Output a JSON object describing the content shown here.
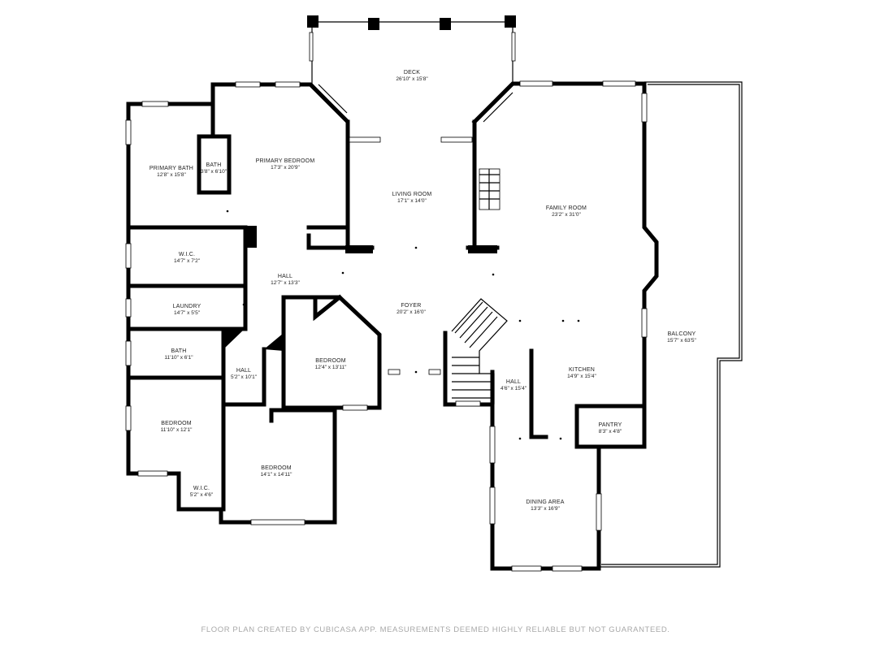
{
  "rooms": [
    {
      "name": "DECK",
      "dim": "26'10\" x 15'8\""
    },
    {
      "name": "PRIMARY BATH",
      "dim": "12'8\" x 15'8\""
    },
    {
      "name": "BATH",
      "dim": "3'8\" x 6'10\""
    },
    {
      "name": "PRIMARY BEDROOM",
      "dim": "17'3\" x 20'9\""
    },
    {
      "name": "LIVING ROOM",
      "dim": "17'1\" x 14'0\""
    },
    {
      "name": "FAMILY ROOM",
      "dim": "23'2\" x 31'0\""
    },
    {
      "name": "W.I.C.",
      "dim": "14'7\" x 7'2\""
    },
    {
      "name": "HALL",
      "dim": "12'7\" x 13'3\""
    },
    {
      "name": "LAUNDRY",
      "dim": "14'7\" x 5'5\""
    },
    {
      "name": "FOYER",
      "dim": "20'2\" x 16'0\""
    },
    {
      "name": "BALCONY",
      "dim": "15'7\" x 63'5\""
    },
    {
      "name": "BATH",
      "dim": "11'10\" x 6'1\""
    },
    {
      "name": "HALL",
      "dim": "5'2\" x 10'1\""
    },
    {
      "name": "BEDROOM",
      "dim": "12'4\" x 13'11\""
    },
    {
      "name": "HALL",
      "dim": "4'6\" x 15'4\""
    },
    {
      "name": "KITCHEN",
      "dim": "14'9\" x 15'4\""
    },
    {
      "name": "BEDROOM",
      "dim": "11'10\" x 12'1\""
    },
    {
      "name": "PANTRY",
      "dim": "8'3\" x 4'8\""
    },
    {
      "name": "BEDROOM",
      "dim": "14'1\" x 14'11\""
    },
    {
      "name": "W.I.C.",
      "dim": "5'2\" x 4'6\""
    },
    {
      "name": "DINING AREA",
      "dim": "13'3\" x 16'9\""
    }
  ],
  "footer": "FLOOR PLAN CREATED BY CUBICASA APP. MEASUREMENTS DEEMED HIGHLY RELIABLE BUT NOT GUARANTEED."
}
